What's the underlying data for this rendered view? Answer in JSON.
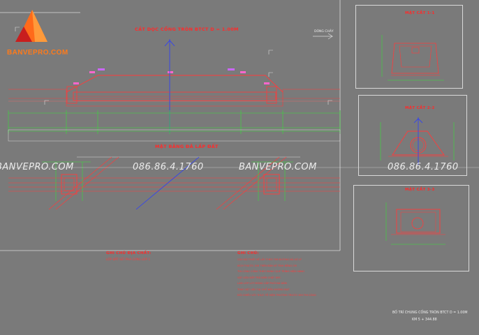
{
  "logo": {
    "brand": "BANVEPRO.COM"
  },
  "watermark": {
    "site_a": "BANVEPRO.COM",
    "phone_a": "086.86.4.1760",
    "site_b": "BANVEPRO.COM",
    "phone_b": "086.86.4.1760"
  },
  "main": {
    "profile_title": "CẮT DỌC CỐNG TRÒN BTCT D = 1.00M",
    "plan_title": "MẶT BẰNG ĐÃ LẤP ĐẤT",
    "flow_label": "DÒNG CHẢY",
    "geology_title": "GHI CHÚ ĐỊA CHẤT:",
    "geology_line": "LỚP ĐẤT SÉT PHA CỨNG LỚP 1",
    "notes_title": "GHI CHÚ:",
    "notes": [
      "CAO ĐỘ THIẾT KẾ LẤY THEO TIM ĐƯỜNG ĐÃ XỬ LÝ",
      "KÍCH THƯỚC GHI TRÊN BẢN VẼ TÍNH BẰNG CM",
      "THI CÔNG CỐNG THEO ĐÚNG QUY TRÌNH HIỆN HÀNH",
      "VẬT LIỆU ĐẮP TRẢ ĐẦM CHẶT K95",
      "LÀM LỚP LÓT MÓNG CẤP PHỐI ĐÁ DĂM",
      "THAY VẬT LIỆU TẠI CHỖ NẾU KHÔNG ĐẠT",
      "ĐỐI CHIẾU VỚI THỰC TẾ HIỆN TRƯỜNG TRƯỚC KHI THI CÔNG"
    ]
  },
  "sections": {
    "s1_title": "MẶT CẮT 1-1",
    "s2_title": "MẶT CẮT 2-2",
    "s3_title": "MẶT CẮT 3-3"
  },
  "stamp": {
    "line1": "BỐ TRÍ CHUNG CỐNG TRÒN BTCT D = 1.00M",
    "line2": "KM 5 + 344.88"
  },
  "colors": {
    "background": "#7a7a7a",
    "red": "#ff2a2a",
    "green": "#38e038",
    "blue": "#2a3cff",
    "white": "#e8e8e8"
  }
}
